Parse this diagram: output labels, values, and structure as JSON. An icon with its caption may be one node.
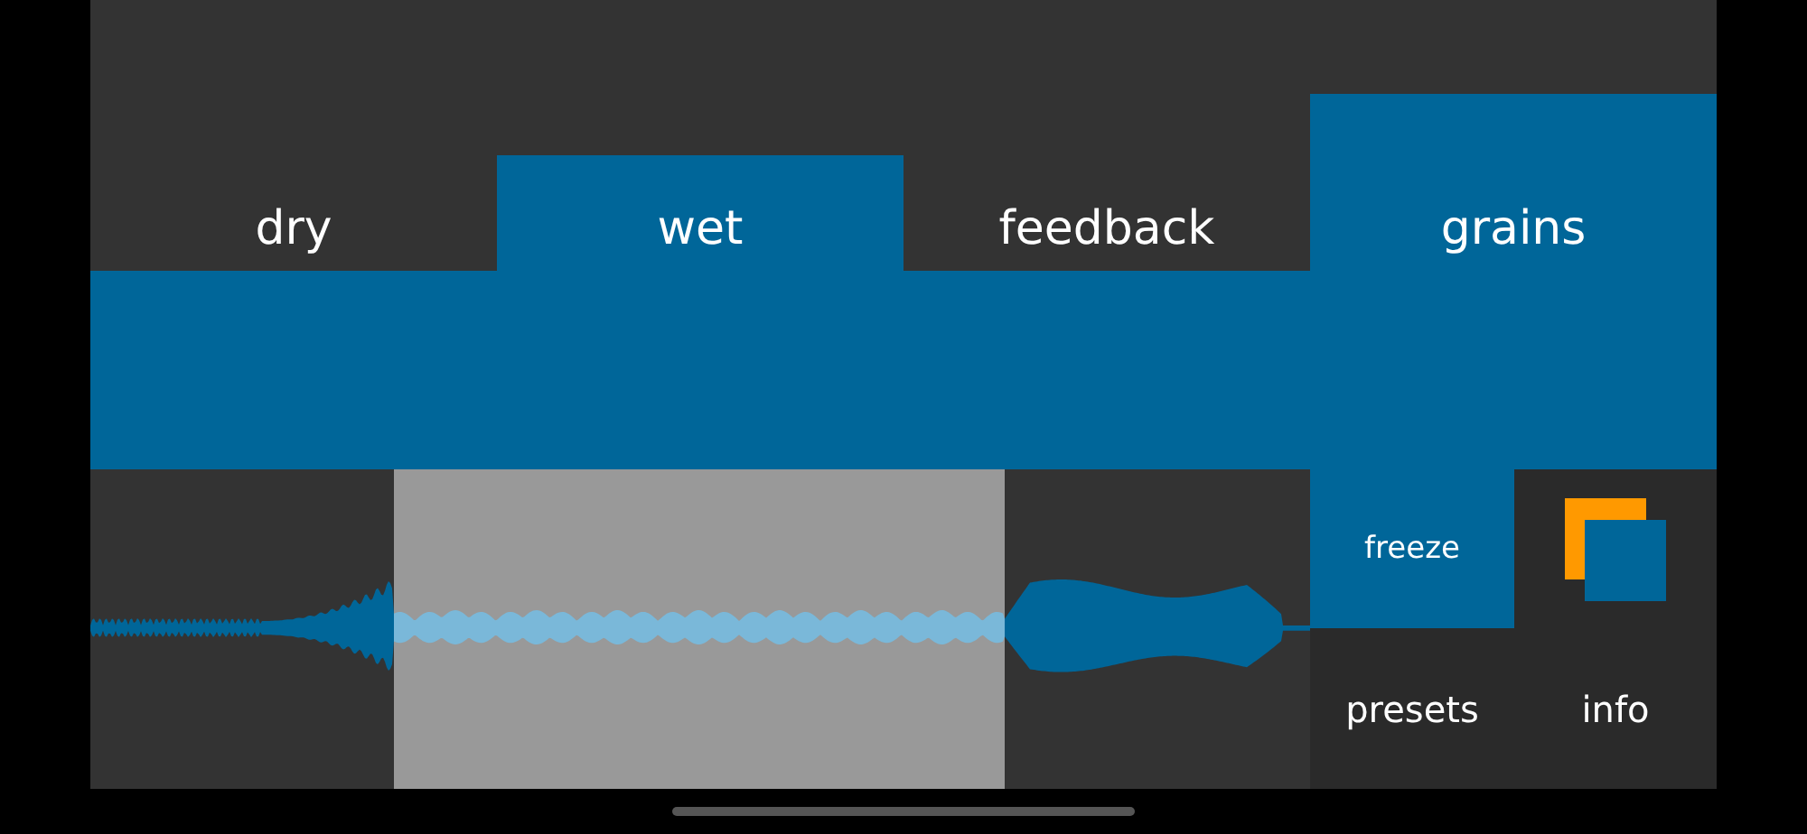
{
  "diagram": {
    "nodes": [
      {
        "text": [
          "dry"
        ]
      },
      {
        "text": [
          "wet"
        ]
      },
      {
        "text": [
          "feedback"
        ]
      },
      {
        "text": [
          "grains"
        ]
      },
      {
        "text": [
          "freeze"
        ]
      },
      {
        "text": [],
        "shape": "picture"
      },
      {
        "text": [
          "presets"
        ]
      },
      {
        "text": [
          "info"
        ]
      }
    ]
  }
}
